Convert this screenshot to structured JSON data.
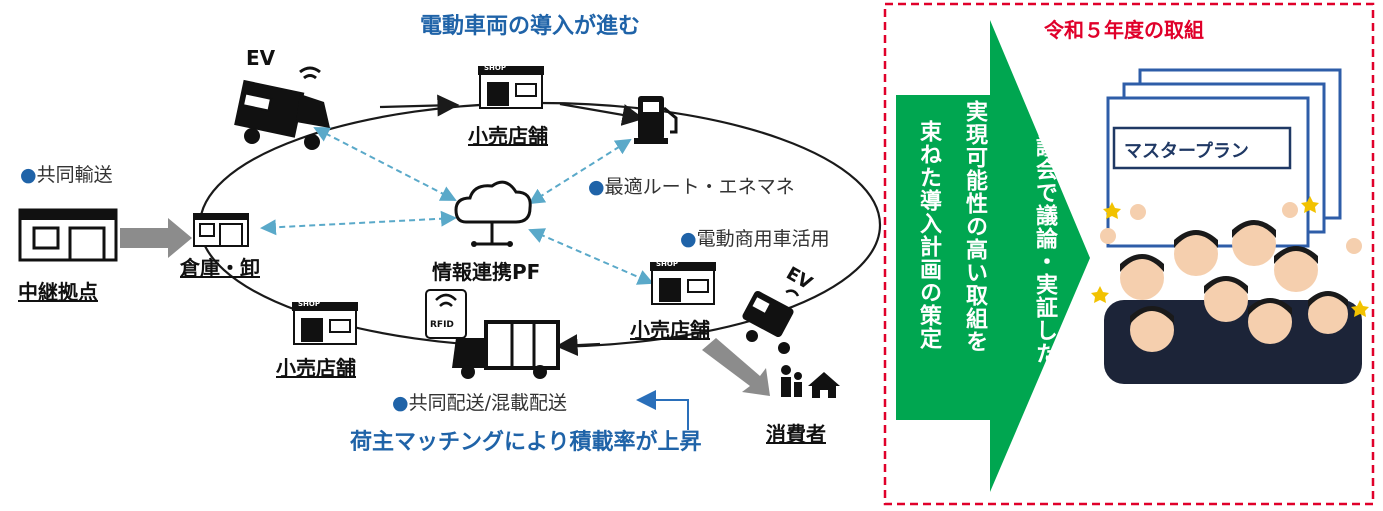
{
  "left": {
    "title_top": "電動車両の導入が進む",
    "title_bottom": "荷主マッチングにより積載率が上昇",
    "bullets": {
      "joint_transport": "共同輸送",
      "route": "最適ルート・エネマネ",
      "ev_use": "電動商用車活用",
      "joint_delivery": "共同配送/混載配送"
    },
    "bullet_mark": "●",
    "nodes": {
      "relay": "中継拠点",
      "warehouse": "倉庫・卸",
      "retail_top": "小売店舗",
      "retail_right": "小売店舗",
      "retail_bottom": "小売店舗",
      "platform": "情報連携PF",
      "consumer": "消費者"
    },
    "icon_text": {
      "ev1": "EV",
      "ev2": "EV",
      "rfid": "RFID",
      "shop": "SHOP"
    }
  },
  "right": {
    "heading": "令和５年度の取組",
    "arrow_col1": "協議会で議論・実証した",
    "arrow_col2": "実現可能性の高い取組を",
    "arrow_col3": "束ねた導入計画の策定",
    "doc_label": "マスタープラン"
  },
  "colors": {
    "accent_blue": "#1f63a8",
    "arrow_green": "#00a650",
    "frame_red": "#e0002a",
    "dashed_link": "#5aa9c9",
    "gray_arrow": "#8c8c8c"
  }
}
